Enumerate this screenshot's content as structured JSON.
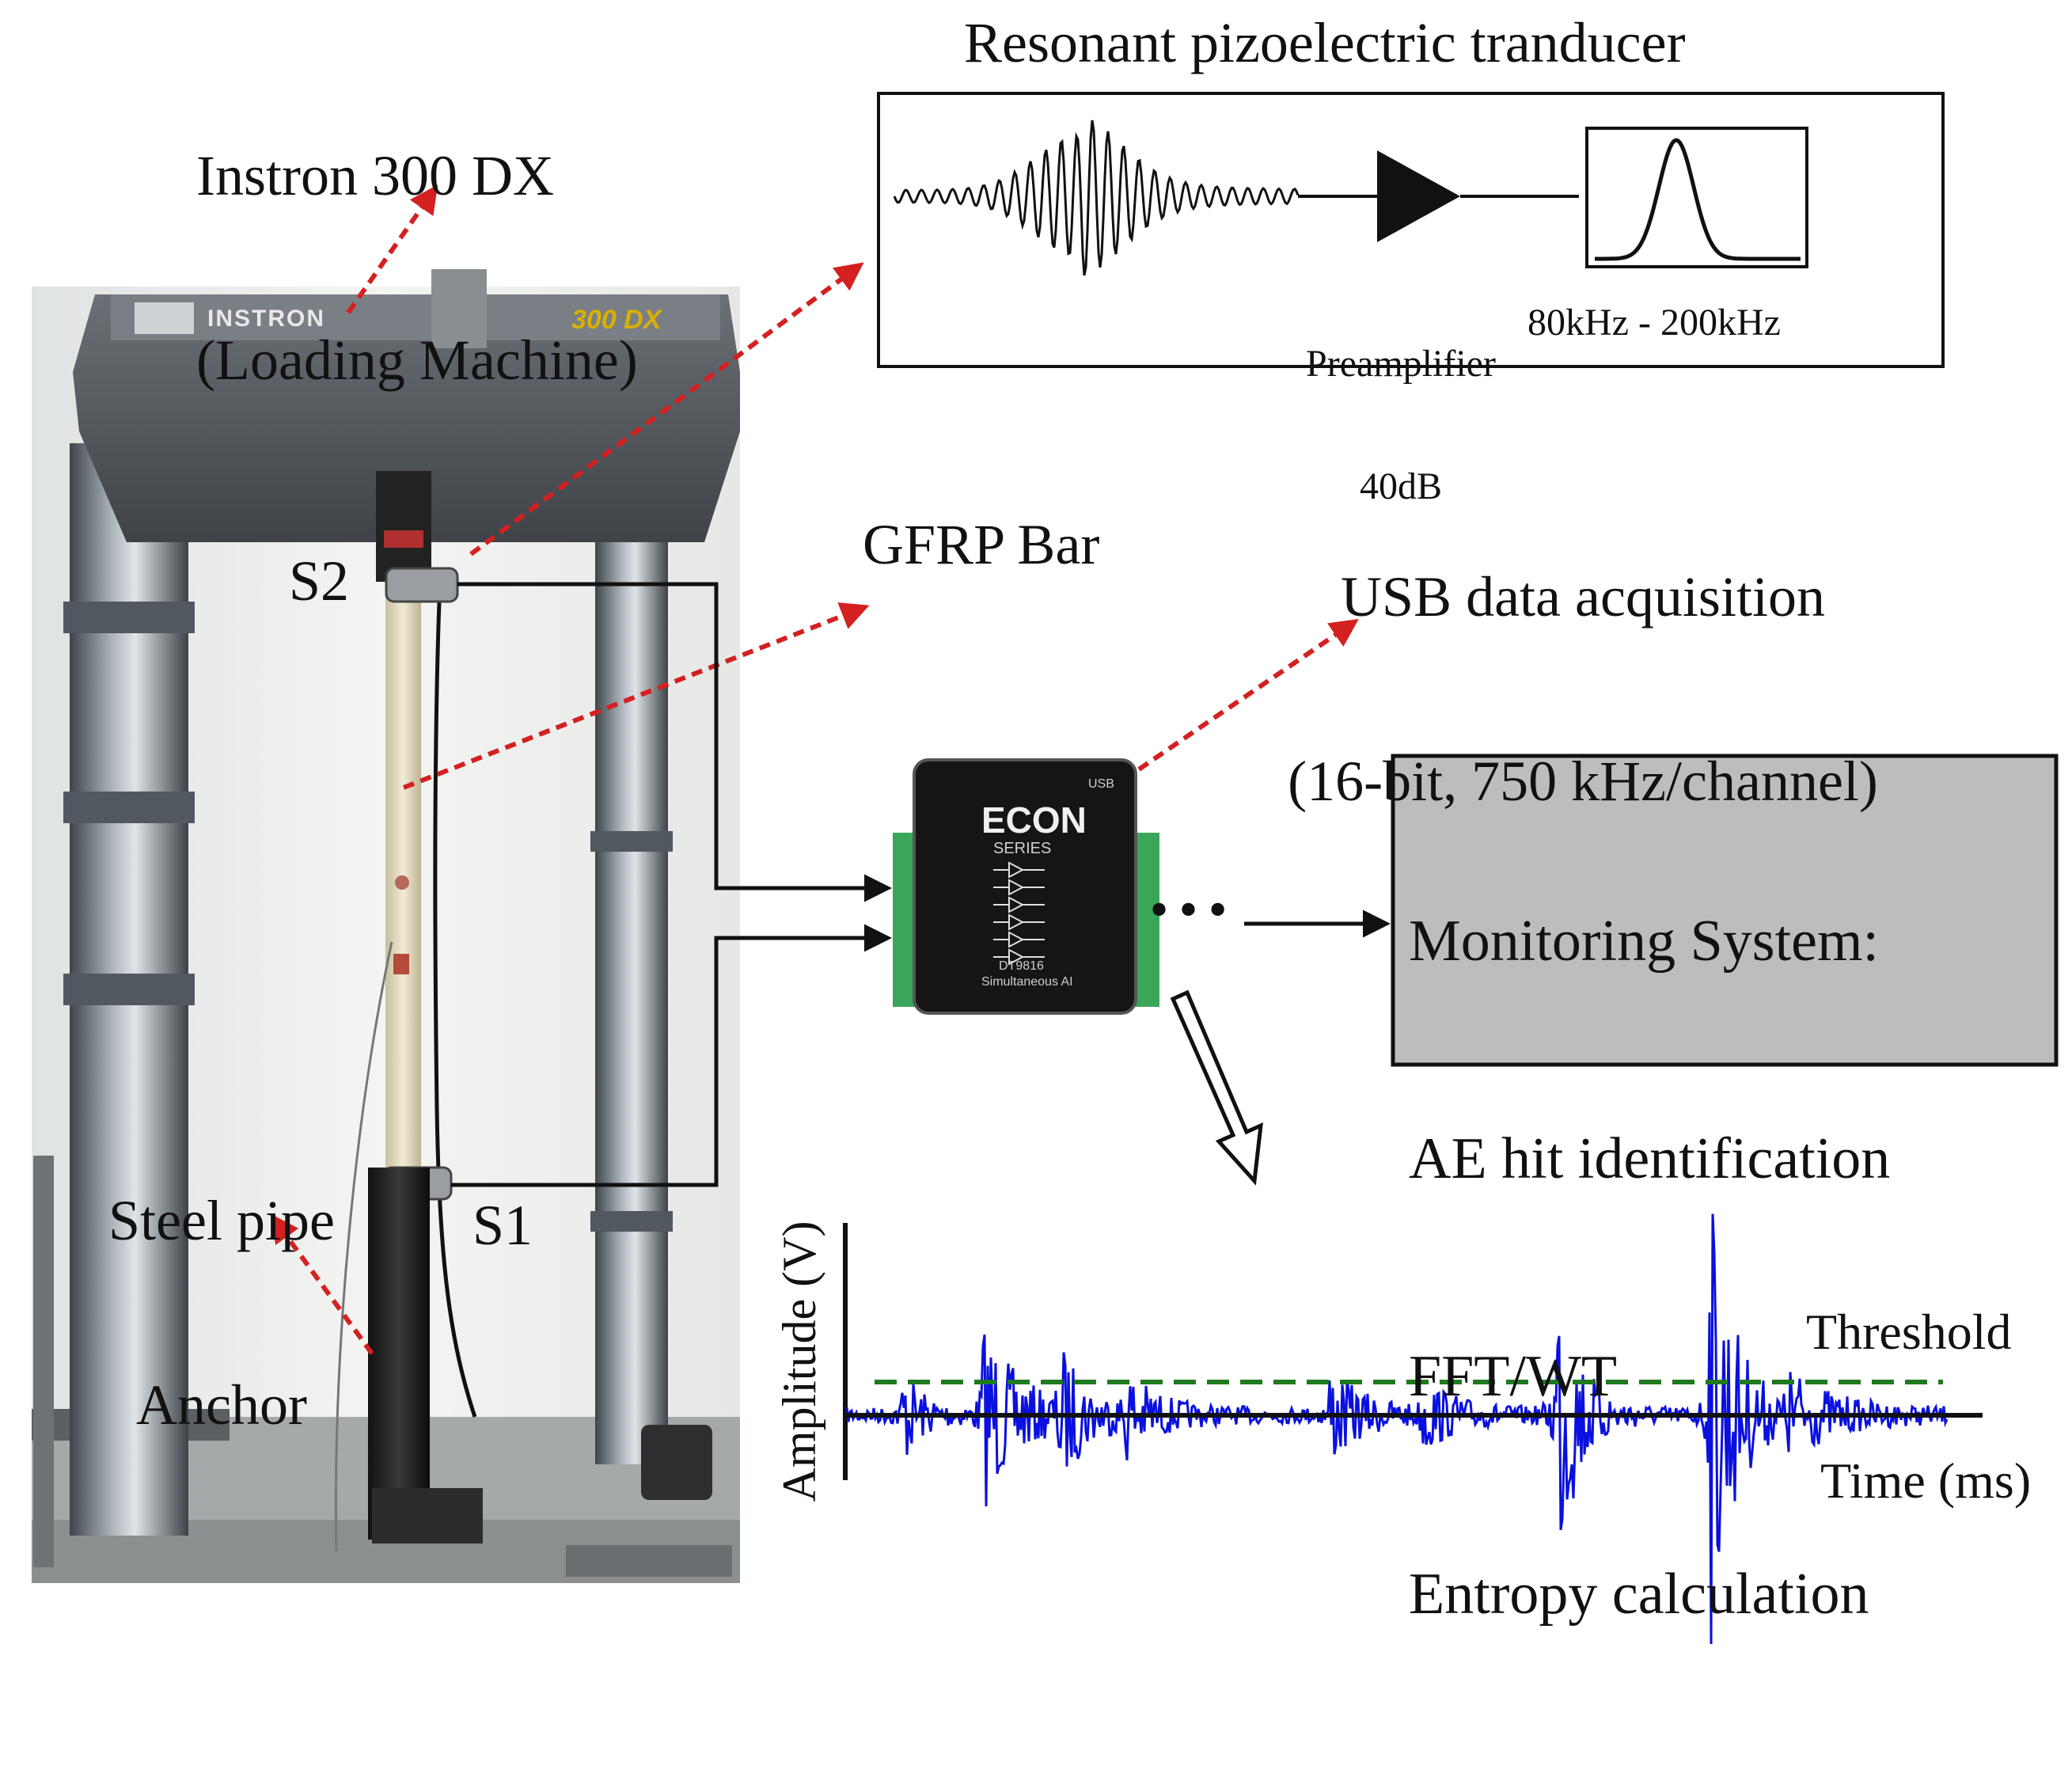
{
  "labels": {
    "instron_line1": "Instron 300 DX",
    "instron_line2": "(Loading Machine)",
    "transducer_title": "Resonant pizoelectric tranducer",
    "preamp_line1": "Preamplifier",
    "preamp_line2": "40dB",
    "filter_band": "80kHz - 200kHz",
    "usb_line1": "USB data acquisition",
    "usb_line2": "(16-bit, 750 kHz/channel)",
    "gfrp": "GFRP Bar",
    "s2": "S2",
    "s1": "S1",
    "anchor_line1": "Steel pipe",
    "anchor_line2": "Anchor",
    "ellipsis": "•••",
    "threshold": "Threshold",
    "amplitude_axis": "Amplitude (V)",
    "time_axis": "Time (ms)"
  },
  "photo_text": {
    "brand": "INSTRON",
    "model": "300 DX"
  },
  "daq_text": {
    "brand": "ECON",
    "series": "SERIES",
    "corner": "USB",
    "model": "DT9816",
    "desc": "Simultaneous AI"
  },
  "monitoring": {
    "items": [
      "Monitoring System:",
      "AE hit identification",
      "FFT/WT",
      "Entropy calculation"
    ]
  },
  "colors": {
    "arrow_red": "#d42020",
    "signal_blue": "#0a10e0",
    "threshold_green": "#1f7a1f",
    "monitor_box": "#bdbdbd",
    "daq_green": "#3aa65a"
  }
}
